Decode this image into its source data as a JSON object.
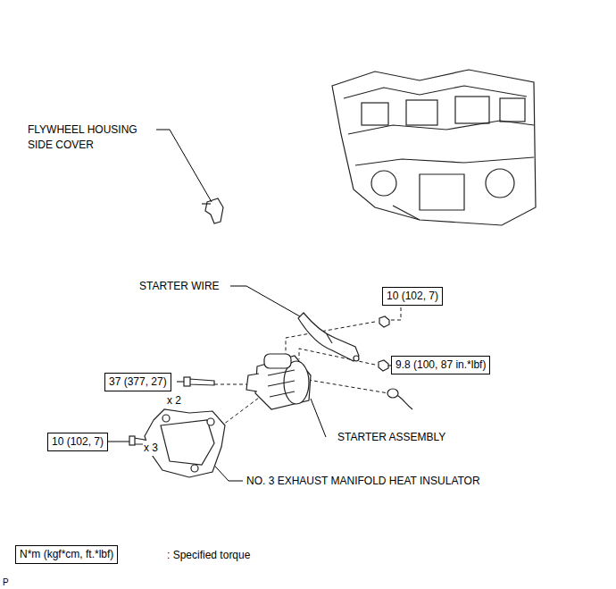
{
  "diagram": {
    "nodes": [
      {
        "text": [
          "10 (102, 7)"
        ]
      },
      {
        "text": [
          "9.8 (100, 87 in.*lbf)"
        ]
      },
      {
        "text": [
          "37 (377, 27)"
        ]
      },
      {
        "text": [
          "10 (102, 7)"
        ]
      },
      {
        "text": [
          "N*m (kgf*cm, ft.*lbf)"
        ]
      }
    ],
    "labels": [
      "FLYWHEEL HOUSING SIDE COVER",
      "STARTER WIRE",
      "STARTER ASSEMBLY",
      "NO. 3 EXHAUST MANIFOLD HEAT INSULATOR",
      "x 2",
      "x 3",
      ": Specified torque",
      "P"
    ]
  }
}
